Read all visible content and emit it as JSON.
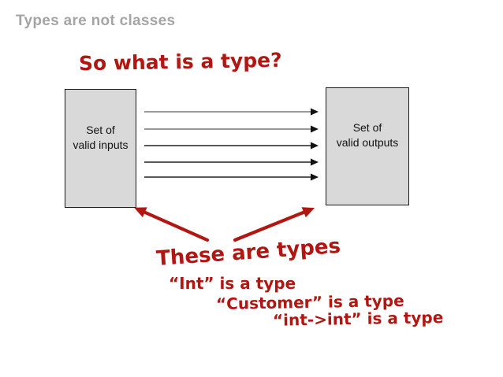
{
  "slide": {
    "title": "Types are not classes",
    "question": "So what is a type?",
    "diagram": {
      "left_box": {
        "line1": "Set of",
        "line2": "valid inputs"
      },
      "right_box": {
        "line1": "Set of",
        "line2": "valid outputs"
      },
      "flow_arrow_count": 5
    },
    "annotation": "These are types",
    "examples": [
      "“Int” is a type",
      "“Customer” is a type",
      "“int->int” is a type"
    ],
    "colors": {
      "accent_red": "#b11712",
      "title_gray": "#a5a5a5",
      "box_fill": "#d9d9d9",
      "box_border": "#1a1a1a",
      "arrow_gray": "#8a8a8a",
      "arrow_black": "#222222",
      "background": "#ffffff"
    }
  }
}
